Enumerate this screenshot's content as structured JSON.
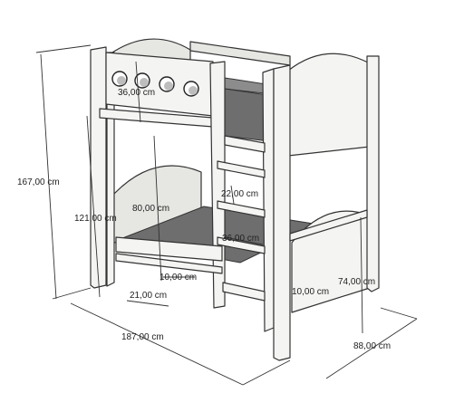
{
  "dimensions": {
    "overall_height": "167,00 cm",
    "lower_bed_height": "121,00 cm",
    "upper_hole_dia": "36,00 cm",
    "clearance": "80,00 cm",
    "ladder_step": "22,00 cm",
    "ladder_width": "36,00 cm",
    "rail_gap": "10,00 cm",
    "foot_offset": "21,00 cm",
    "side_rail": "10,00 cm",
    "headboard_height": "74,00 cm",
    "length": "187,00 cm",
    "width": "88,00 cm"
  },
  "colors": {
    "wood": "#f4f4f2",
    "mattress": "#8c8c8c",
    "line": "#333333"
  }
}
